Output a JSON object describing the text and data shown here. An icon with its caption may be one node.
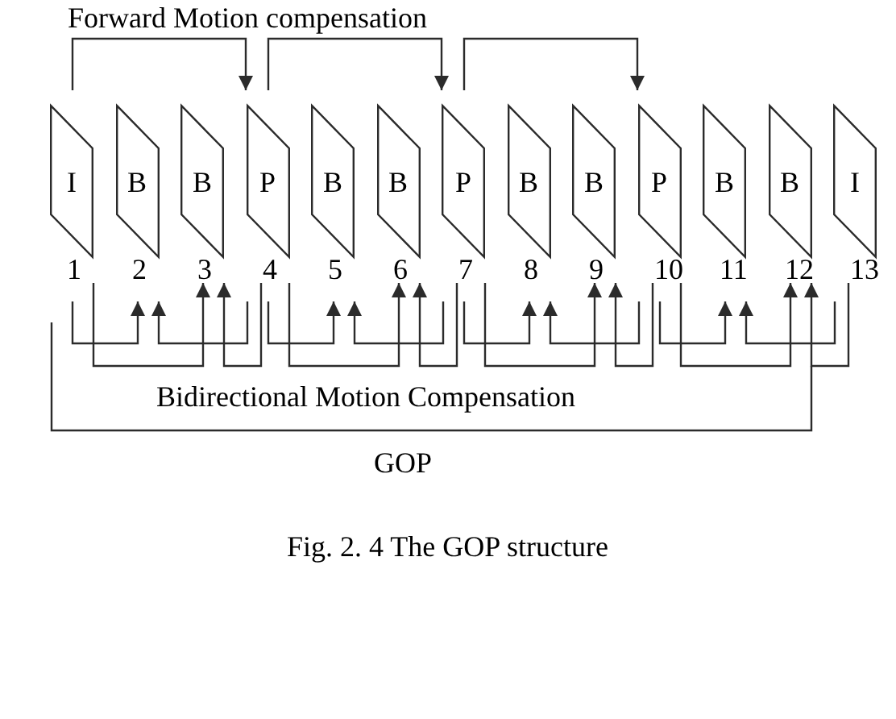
{
  "diagram": {
    "caption": "Fig. 2. 4 The GOP structure",
    "nodes": [
      {
        "text": [
          "I"
        ],
        "beside": [
          "1"
        ]
      },
      {
        "text": [
          "B"
        ],
        "beside": [
          "2"
        ]
      },
      {
        "text": [
          "B"
        ],
        "beside": [
          "3"
        ]
      },
      {
        "text": [
          "P"
        ],
        "beside": [
          "4"
        ]
      },
      {
        "text": [
          "B"
        ],
        "beside": [
          "5"
        ]
      },
      {
        "text": [
          "B"
        ],
        "beside": [
          "6"
        ]
      },
      {
        "text": [
          "P"
        ],
        "beside": [
          "7"
        ]
      },
      {
        "text": [
          "B"
        ],
        "beside": [
          "8"
        ]
      },
      {
        "text": [
          "B"
        ],
        "beside": [
          "9"
        ]
      },
      {
        "text": [
          "P"
        ],
        "beside": [
          "10"
        ]
      },
      {
        "text": [
          "B"
        ],
        "beside": [
          "11"
        ]
      },
      {
        "text": [
          "B"
        ],
        "beside": [
          "12"
        ]
      },
      {
        "text": [
          "I"
        ],
        "beside": [
          "13"
        ]
      }
    ],
    "edges": [
      {
        "from": 0,
        "to": 3,
        "arrow": "to"
      },
      {
        "from": 3,
        "to": 6,
        "arrow": "to"
      },
      {
        "from": 6,
        "to": 9,
        "arrow": "to"
      },
      {
        "from": 0,
        "to": 1,
        "arrow": "to"
      },
      {
        "from": 0,
        "to": 2,
        "arrow": "to"
      },
      {
        "from": 3,
        "to": 1,
        "arrow": "to"
      },
      {
        "from": 3,
        "to": 2,
        "arrow": "to"
      },
      {
        "from": 3,
        "to": 4,
        "arrow": "to"
      },
      {
        "from": 3,
        "to": 5,
        "arrow": "to"
      },
      {
        "from": 6,
        "to": 4,
        "arrow": "to"
      },
      {
        "from": 6,
        "to": 5,
        "arrow": "to"
      },
      {
        "from": 6,
        "to": 7,
        "arrow": "to"
      },
      {
        "from": 6,
        "to": 8,
        "arrow": "to"
      },
      {
        "from": 9,
        "to": 7,
        "arrow": "to"
      },
      {
        "from": 9,
        "to": 8,
        "arrow": "to"
      },
      {
        "from": 9,
        "to": 10,
        "arrow": "to"
      },
      {
        "from": 9,
        "to": 11,
        "arrow": "to"
      },
      {
        "from": 12,
        "to": 10,
        "arrow": "to"
      },
      {
        "from": 12,
        "to": 11,
        "arrow": "to"
      }
    ],
    "labels": [
      "Forward Motion compensation",
      "Bidirectional Motion Compensation",
      "GOP"
    ]
  }
}
